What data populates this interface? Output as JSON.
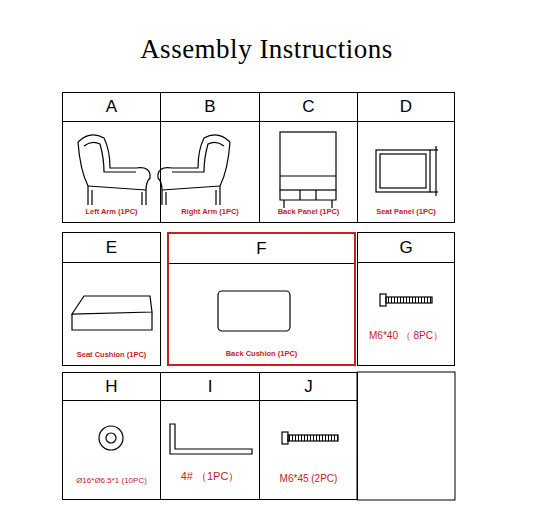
{
  "diagram": {
    "title": "Assembly Instructions",
    "nodes": [
      {
        "text": [
          "A",
          "Left Arm (1PC)"
        ]
      },
      {
        "text": [
          "B",
          "Right Arm (1PC)"
        ]
      },
      {
        "text": [
          "C",
          "Back Panel (1PC)"
        ]
      },
      {
        "text": [
          "D",
          "Seat Panel (1PC)"
        ]
      },
      {
        "text": [
          "E",
          "Seat Cushion (1PC)"
        ]
      },
      {
        "text": [
          "F",
          "Back Cushion (1PC)"
        ]
      },
      {
        "text": [
          "G",
          "M6*40 （ 8PC）"
        ]
      },
      {
        "text": [
          "H",
          "Ø16*Ø6.5*1 (10PC)"
        ]
      },
      {
        "text": [
          "I",
          "4# （1PC）"
        ]
      },
      {
        "text": [
          "J",
          "M6*45 (2PC)"
        ]
      }
    ]
  }
}
